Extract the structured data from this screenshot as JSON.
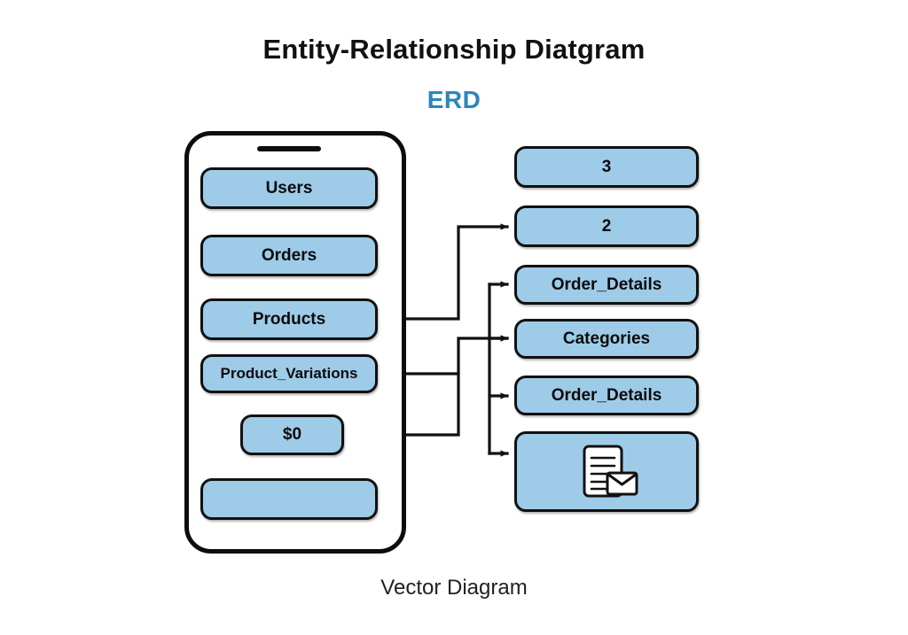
{
  "header": {
    "title": "Entity-Relationship Diatgram",
    "subtitle": "ERD"
  },
  "footer": {
    "caption": "Vector Diagram"
  },
  "colors": {
    "node_fill": "#9ecbe8",
    "node_stroke": "#111111",
    "accent": "#2b85bd",
    "title": "#111111",
    "background": "#ffffff"
  },
  "phone": {
    "nodes": [
      {
        "label": "Users"
      },
      {
        "label": "Orders"
      },
      {
        "label": "Products"
      },
      {
        "label": "Product_Variations"
      },
      {
        "label": "$0"
      },
      {
        "label": ""
      }
    ]
  },
  "right_column": {
    "nodes": [
      {
        "label": "3"
      },
      {
        "label": "2"
      },
      {
        "label": "Order_Details"
      },
      {
        "label": "Categories"
      },
      {
        "label": "Order_Details"
      },
      {
        "label": "",
        "icon": "document-envelope-icon"
      }
    ]
  }
}
